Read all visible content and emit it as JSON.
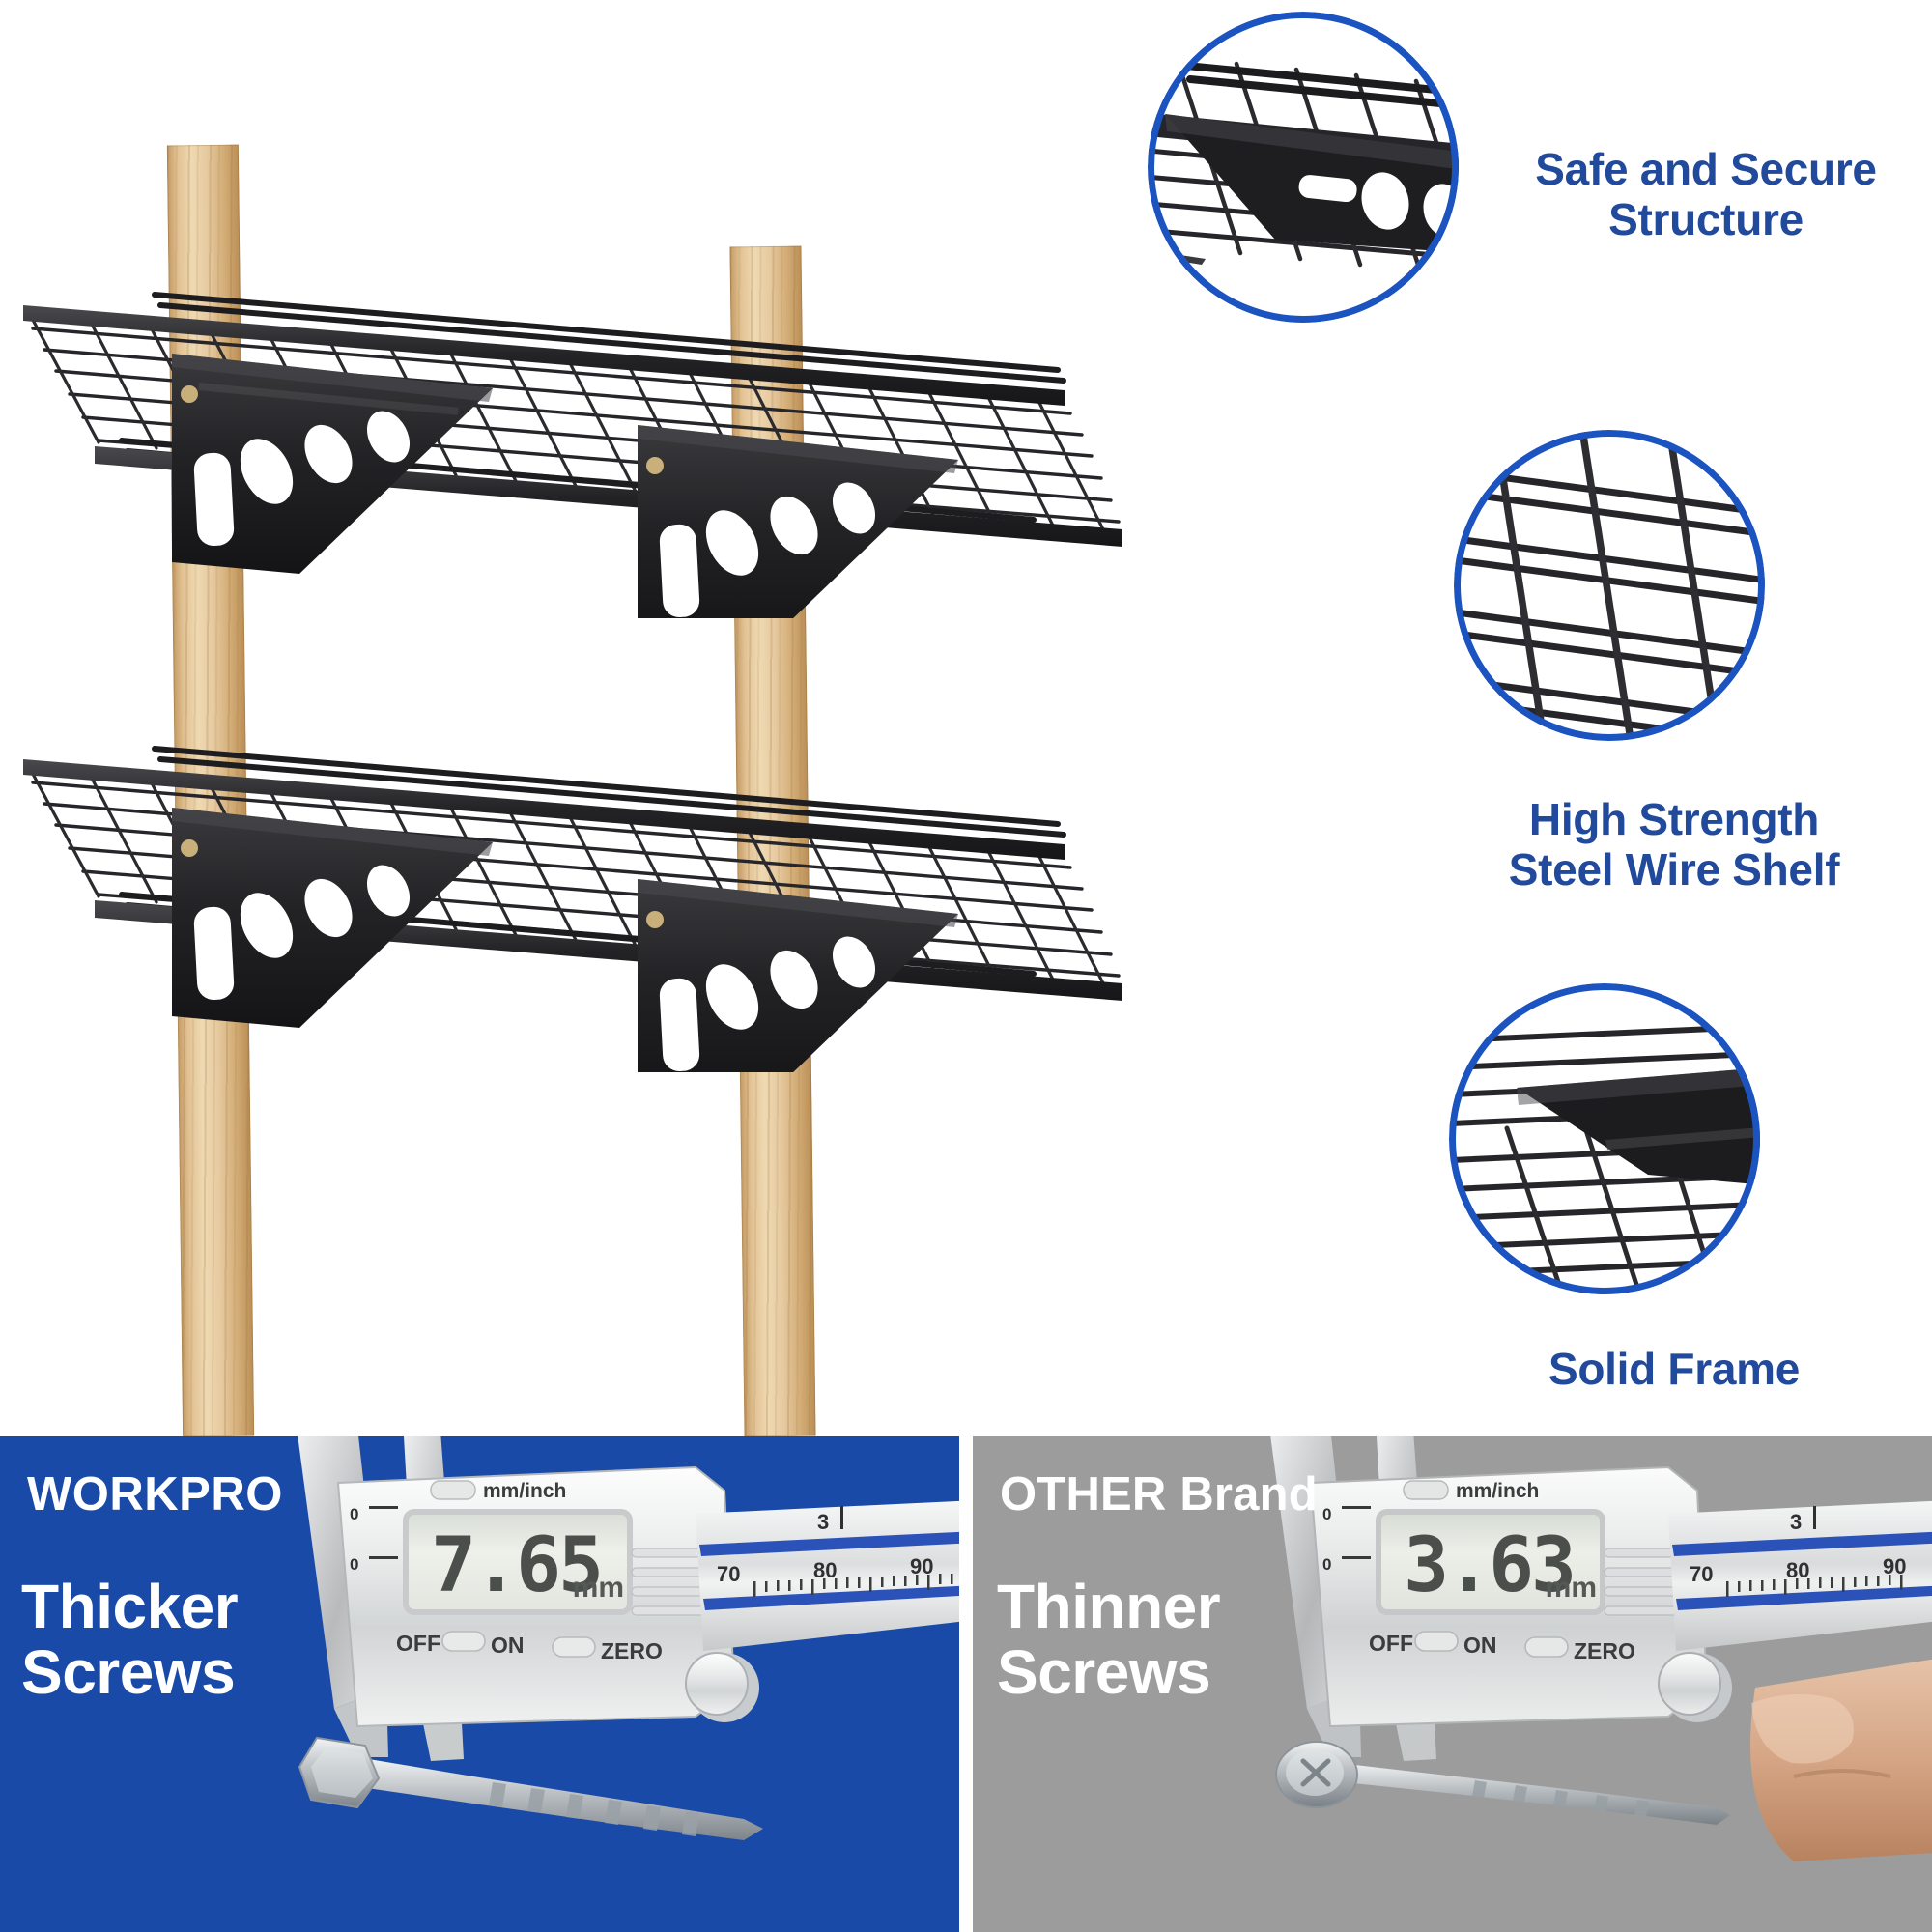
{
  "product": {
    "name": "wall-mounted steel wire garage shelf",
    "shelf_count": 2,
    "finish_color": "#2a2a2c",
    "stud_color": "#dcb987"
  },
  "accent": {
    "blue": "#1b54c0",
    "label_blue": "#21499c",
    "panel_blue": "#1a4aa8",
    "panel_gray": "#9c9c9c",
    "white": "#ffffff"
  },
  "callouts": [
    {
      "id": "safe-secure",
      "label_lines": [
        "Safe and Secure",
        "Structure"
      ],
      "subject": "shelf bracket and wire deck close-up"
    },
    {
      "id": "steel-wire",
      "label_lines": [
        "High Strength",
        "Steel Wire Shelf"
      ],
      "subject": "welded wire mesh grid close-up"
    },
    {
      "id": "solid-frame",
      "label_lines": [
        "Solid Frame"
      ],
      "subject": "shelf frame edge close-up"
    }
  ],
  "comparison": {
    "left": {
      "brand": "WORKPRO",
      "claim_lines": [
        "Thicker",
        "Screws"
      ],
      "measurement": "7.65",
      "unit": "mm",
      "background": "#1a4aa8",
      "text_color": "#ffffff"
    },
    "right": {
      "brand_strong": "OTHER",
      "brand_rest": " Brand",
      "claim_lines": [
        "Thinner",
        "Screws"
      ],
      "measurement": "3.63",
      "unit": "mm",
      "background": "#9c9c9c",
      "text_color": "#ffffff"
    },
    "caliper": {
      "mode_label": "mm/inch",
      "power_off_label": "OFF",
      "power_on_label": "ON",
      "zero_label": "ZERO",
      "scale_inch": [
        "3"
      ],
      "scale_mm": [
        "70",
        "80",
        "90"
      ]
    }
  }
}
